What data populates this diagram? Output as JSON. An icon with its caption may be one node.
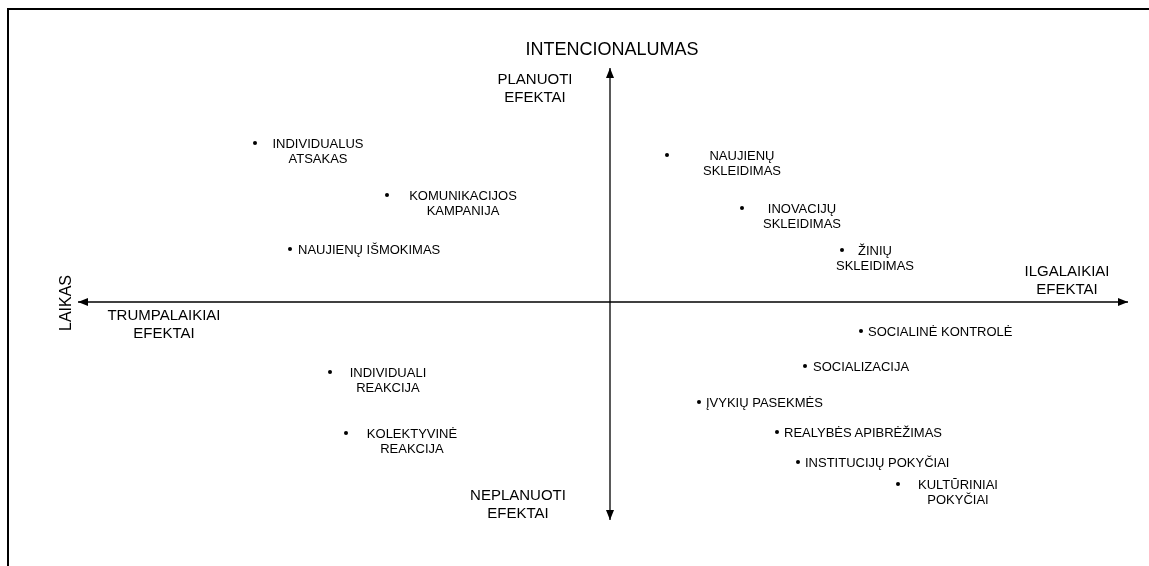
{
  "diagram": {
    "labels": [
      "INTENCIONALUMAS",
      "PLANUOTI EFEKTAI",
      "INDIVIDUALUS ATSAKAS",
      "NAUJIENŲ SKLEIDIMAS",
      "KOMUNIKACIJOS KAMPANIJA",
      "INOVACIJŲ SKLEIDIMAS",
      "NAUJIENŲ IŠMOKIMAS",
      "ŽINIŲ SKLEIDIMAS",
      "ILGALAIKIAI EFEKTAI",
      "LAIKAS",
      "TRUMPALAIKIAI EFEKTAI",
      "SOCIALINĖ KONTROLĖ",
      "SOCIALIZACIJA",
      "INDIVIDUALI REAKCIJA",
      "ĮVYKIŲ PASEKMĖS",
      "REALYBĖS APIBRĖŽIMAS",
      "KOLEKTYVINĖ REAKCIJA",
      "INSTITUCIJŲ POKYČIAI",
      "KULTŪRINIAI POKYČIAI",
      "NEPLANUOTI EFEKTAI"
    ]
  }
}
